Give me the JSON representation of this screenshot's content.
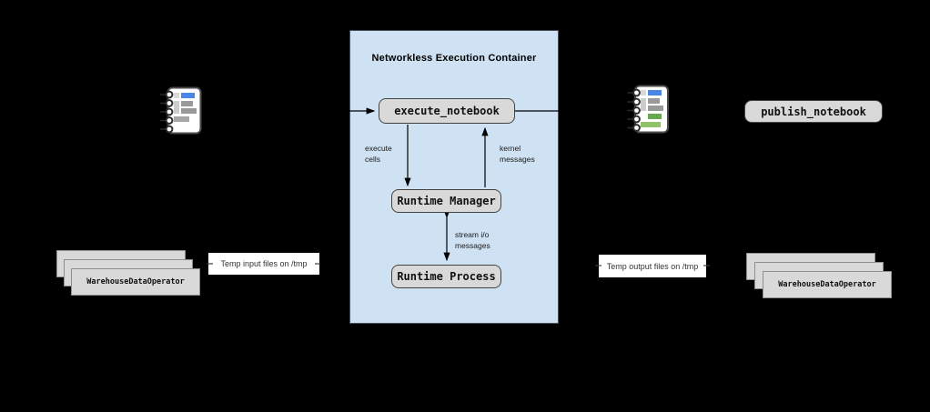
{
  "container": {
    "title": "Networkless Execution Container"
  },
  "nodes": {
    "execute_notebook": {
      "label": "execute_notebook"
    },
    "runtime_manager": {
      "label": "Runtime Manager"
    },
    "runtime_process": {
      "label": "Runtime Process"
    },
    "publish_notebook": {
      "label": "publish_notebook"
    }
  },
  "edges": {
    "execute_cells": {
      "label": "execute\ncells"
    },
    "kernel_messages": {
      "label": "kernel\nmessages"
    },
    "stream_io": {
      "label": "stream i/o\nmessages"
    }
  },
  "annotations": {
    "temp_input": "Temp input files on /tmp",
    "temp_output": "Temp output files on /tmp"
  },
  "stacks": {
    "input": {
      "card_label": "WarehouseDataOperator",
      "count": 3
    },
    "output": {
      "card_label": "WarehouseDataOperator",
      "count": 3
    }
  },
  "icons": {
    "input_notebook": "notebook-icon",
    "output_notebook": "notebook-with-output-icon"
  },
  "colors": {
    "background": "#000000",
    "container_fill": "#cfe2f3",
    "node_fill": "#d9d9d9",
    "node_border": "#434343",
    "card_fill": "#d9d9d9",
    "notebook_blue": "#4a86e8",
    "notebook_gray": "#999999",
    "notebook_green": "#6aa84f",
    "annotation_bg": "#ffffff",
    "line": "#000000"
  }
}
